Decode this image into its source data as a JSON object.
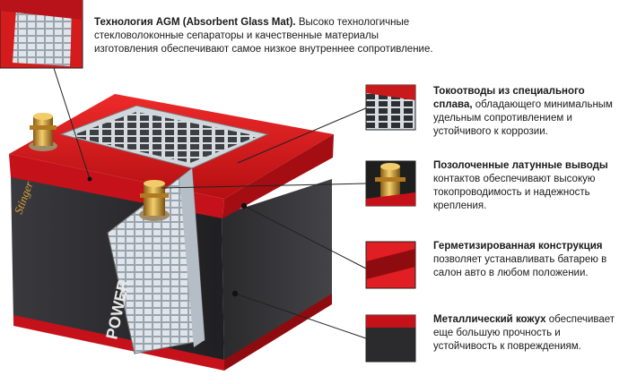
{
  "brand": "Stinger",
  "side_label": "POWER",
  "callouts": [
    {
      "id": "agm",
      "title": "Технология AGM (Absorbent Glass Mat).",
      "text": "Высоко технологичные стекловолоконные сепараторы и качественные материалы изготовления обеспечивают самое низкое внутреннее сопротивление."
    },
    {
      "id": "grid",
      "title": "Токоотводы из специального сплава,",
      "text": "обладающего минимальным удельным сопротивлением и устойчивого к коррозии."
    },
    {
      "id": "terminals",
      "title": "Позолоченные латунные выводы",
      "text": "контактов обеспечивают высокую токопроводимость и надежность крепления."
    },
    {
      "id": "sealed",
      "title": "Герметизированная конструкция",
      "text": "позволяет устанавливать батарею в салон авто в любом положении."
    },
    {
      "id": "case",
      "title": "Металлический кожух",
      "text": "обеспечивает еще большую прочность и устойчивость к повреждениям."
    }
  ],
  "colors": {
    "red": "#d8161b",
    "dark_red": "#9e0d10",
    "case": "#2b2b2e",
    "gold": "#d9a33a"
  }
}
